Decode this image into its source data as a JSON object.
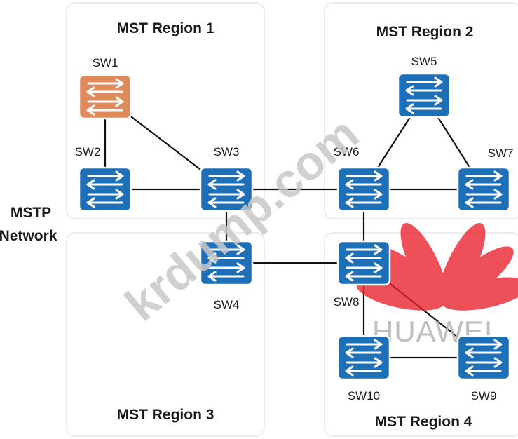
{
  "network_label": [
    "MSTP",
    "Network"
  ],
  "regions": [
    {
      "id": "r1",
      "title": "MST Region 1"
    },
    {
      "id": "r2",
      "title": "MST Region 2"
    },
    {
      "id": "r3",
      "title": "MST Region 3"
    },
    {
      "id": "r4",
      "title": "MST Region 4"
    }
  ],
  "switches": [
    {
      "id": "SW1",
      "label": "SW1",
      "color": "#e08a5c",
      "role": "root"
    },
    {
      "id": "SW2",
      "label": "SW2",
      "color": "#1d6fb8"
    },
    {
      "id": "SW3",
      "label": "SW3",
      "color": "#1d6fb8"
    },
    {
      "id": "SW4",
      "label": "SW4",
      "color": "#1d6fb8"
    },
    {
      "id": "SW5",
      "label": "SW5",
      "color": "#1d6fb8"
    },
    {
      "id": "SW6",
      "label": "SW6",
      "color": "#1d6fb8"
    },
    {
      "id": "SW7",
      "label": "SW7",
      "color": "#1d6fb8"
    },
    {
      "id": "SW8",
      "label": "SW8",
      "color": "#1d6fb8"
    },
    {
      "id": "SW9",
      "label": "SW9",
      "color": "#1d6fb8"
    },
    {
      "id": "SW10",
      "label": "SW10",
      "color": "#1d6fb8"
    }
  ],
  "links": [
    [
      "SW1",
      "SW2"
    ],
    [
      "SW1",
      "SW3"
    ],
    [
      "SW2",
      "SW3"
    ],
    [
      "SW3",
      "SW4"
    ],
    [
      "SW3",
      "SW6"
    ],
    [
      "SW4",
      "SW8"
    ],
    [
      "SW5",
      "SW6"
    ],
    [
      "SW5",
      "SW7"
    ],
    [
      "SW6",
      "SW7"
    ],
    [
      "SW6",
      "SW8"
    ],
    [
      "SW8",
      "SW9"
    ],
    [
      "SW8",
      "SW10"
    ],
    [
      "SW10",
      "SW9"
    ]
  ],
  "watermark": "krdump.com",
  "brand": {
    "name": "HUAWEI",
    "color": "#e8202a",
    "icon": "huawei-logo-icon"
  }
}
